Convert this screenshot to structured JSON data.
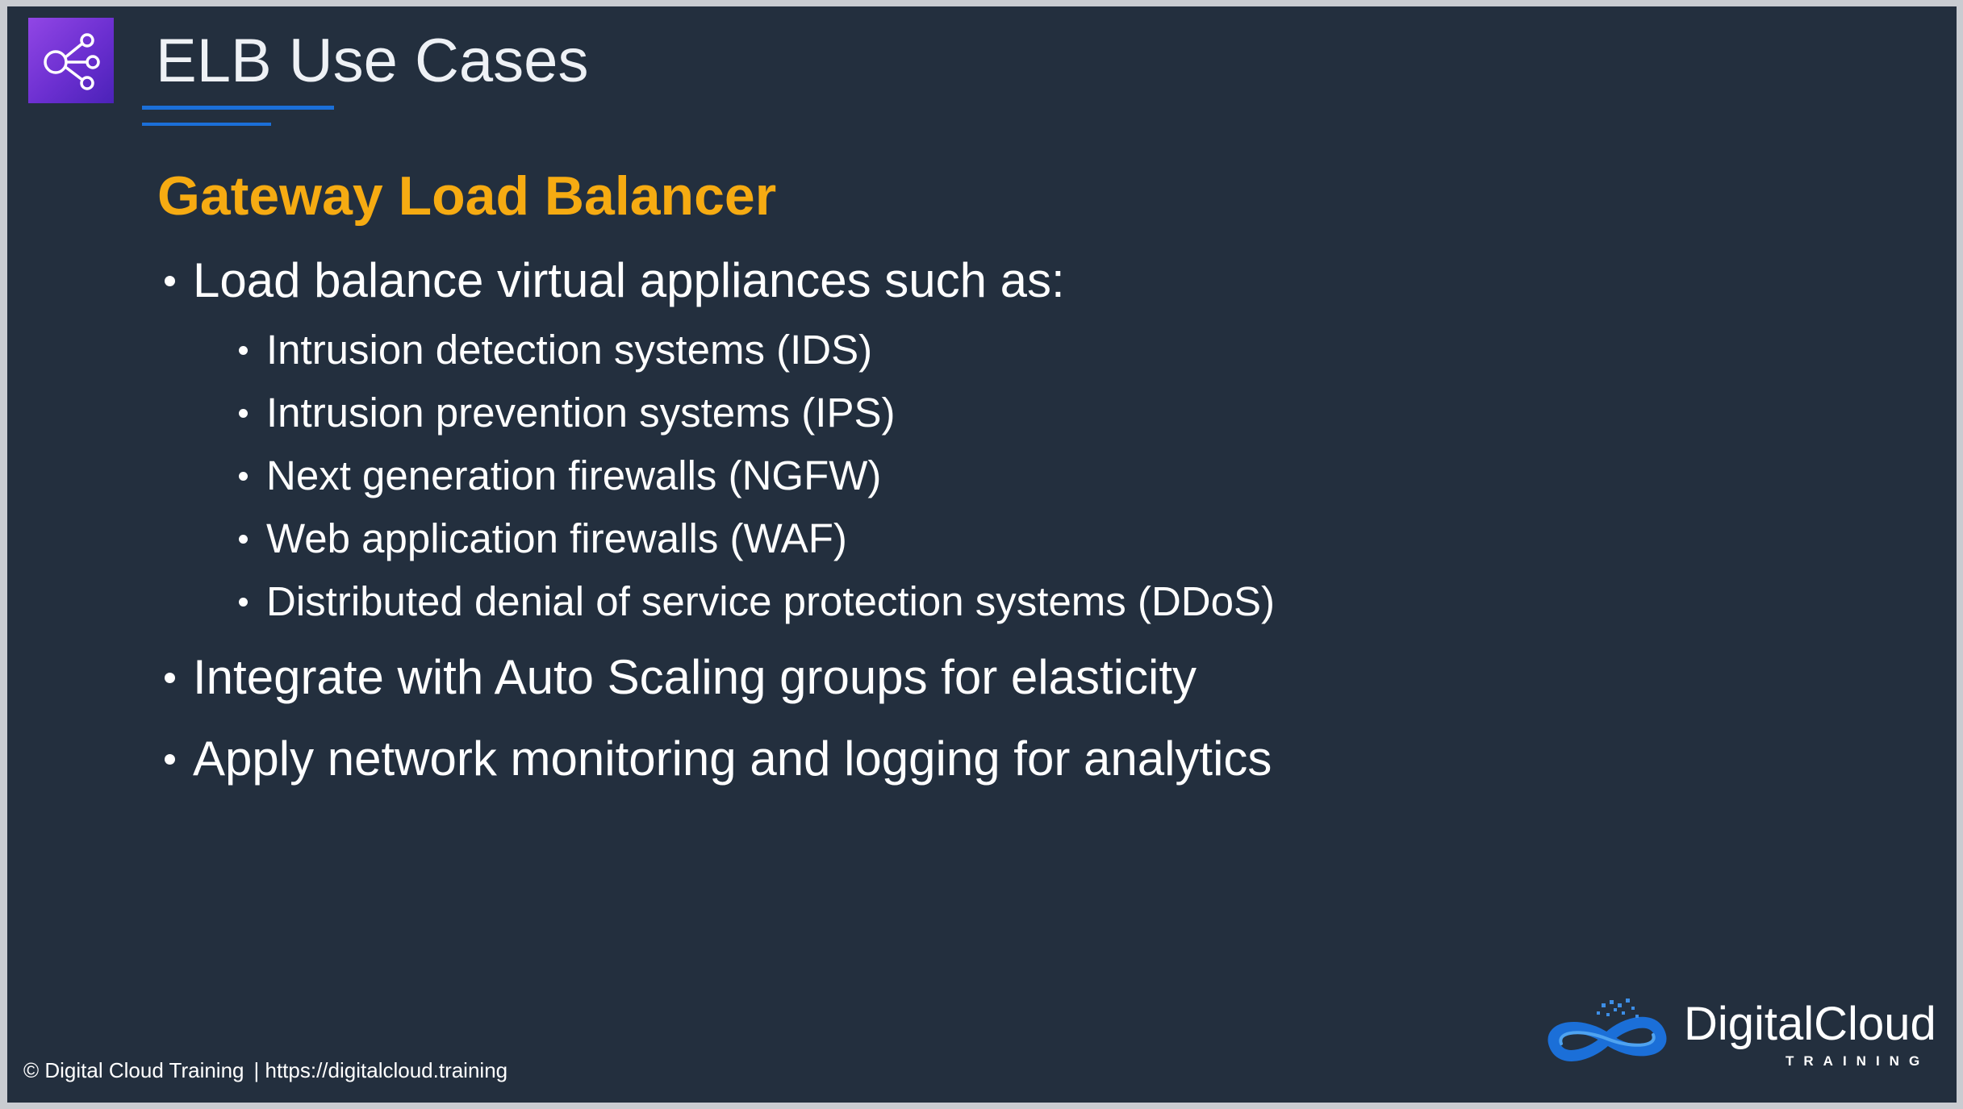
{
  "header": {
    "title": "ELB Use Cases",
    "icon": "elb-network-icon"
  },
  "content": {
    "subtitle": "Gateway Load Balancer",
    "bullets": [
      {
        "text": "Load balance virtual appliances such as:",
        "sub": [
          "Intrusion detection systems (IDS)",
          "Intrusion prevention systems (IPS)",
          "Next generation firewalls (NGFW)",
          "Web application firewalls (WAF)",
          "Distributed denial of service protection systems (DDoS)"
        ]
      },
      {
        "text": "Integrate with Auto Scaling groups for elasticity"
      },
      {
        "text": "Apply network monitoring and logging for analytics"
      }
    ]
  },
  "footer": {
    "copyright": "© Digital Cloud Training",
    "url": "| https://digitalcloud.training"
  },
  "logo": {
    "name": "DigitalCloud",
    "sub": "TRAINING",
    "icon": "infinity-cloud-icon"
  },
  "colors": {
    "background": "#232f3e",
    "accent_orange": "#f6ab12",
    "accent_blue": "#1b6fd8",
    "icon_purple": "#7a3be0"
  }
}
